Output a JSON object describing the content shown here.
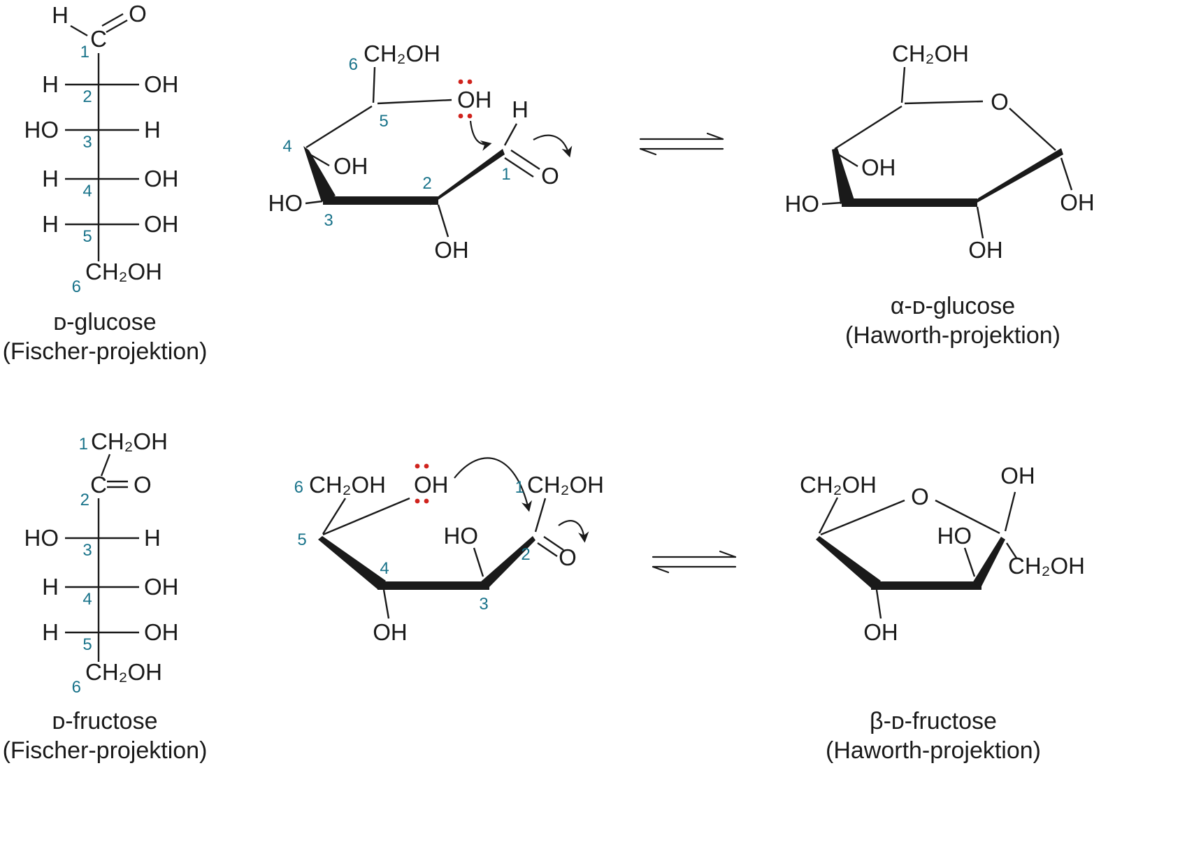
{
  "colors": {
    "ink": "#1a1a1a",
    "number": "#19738a",
    "lone_pair": "#d0231d"
  },
  "glucose": {
    "fischer": {
      "top_h": "H",
      "top_o": "O",
      "c1": "C",
      "n1": "1",
      "r2l": "H",
      "r2r": "OH",
      "n2": "2",
      "r3l": "HO",
      "r3r": "H",
      "n3": "3",
      "r4l": "H",
      "r4r": "OH",
      "n4": "4",
      "r5l": "H",
      "r5r": "OH",
      "n5": "5",
      "c6": "CH₂OH",
      "n6": "6",
      "caption1": "ᴅ-glucose",
      "caption2": "(Fischer-projektion)"
    },
    "open": {
      "n6": "6",
      "c6": "CH₂OH",
      "n5": "5",
      "oh5": "OH",
      "h1": "H",
      "n1": "1",
      "o1": "O",
      "n4": "4",
      "oh4": "OH",
      "ho3": "HO",
      "n3": "3",
      "n2": "2",
      "oh2": "OH"
    },
    "haworth": {
      "c6": "CH₂OH",
      "ring_o": "O",
      "oh4": "OH",
      "ho3": "HO",
      "oh2": "OH",
      "oh1": "OH",
      "caption1": "α-ᴅ-glucose",
      "caption2": "(Haworth-projektion)"
    }
  },
  "fructose": {
    "fischer": {
      "n1": "1",
      "c1": "CH₂OH",
      "c2": "C",
      "o2": "O",
      "n2": "2",
      "r3l": "HO",
      "r3r": "H",
      "n3": "3",
      "r4l": "H",
      "r4r": "OH",
      "n4": "4",
      "r5l": "H",
      "r5r": "OH",
      "n5": "5",
      "c6": "CH₂OH",
      "n6": "6",
      "caption1": "ᴅ-fructose",
      "caption2": "(Fischer-projektion)"
    },
    "open": {
      "n6": "6",
      "c6": "CH₂OH",
      "n5": "5",
      "oh5": "OH",
      "n1": "1",
      "c1": "CH₂OH",
      "ho3": "HO",
      "n3": "3",
      "n2": "2",
      "o2": "O",
      "n4": "4",
      "oh4": "OH"
    },
    "haworth": {
      "c6": "CH₂OH",
      "ring_o": "O",
      "oh_top": "OH",
      "ho3": "HO",
      "c1": "CH₂OH",
      "oh4": "OH",
      "caption1": "β-ᴅ-fructose",
      "caption2": "(Haworth-projektion)"
    }
  }
}
